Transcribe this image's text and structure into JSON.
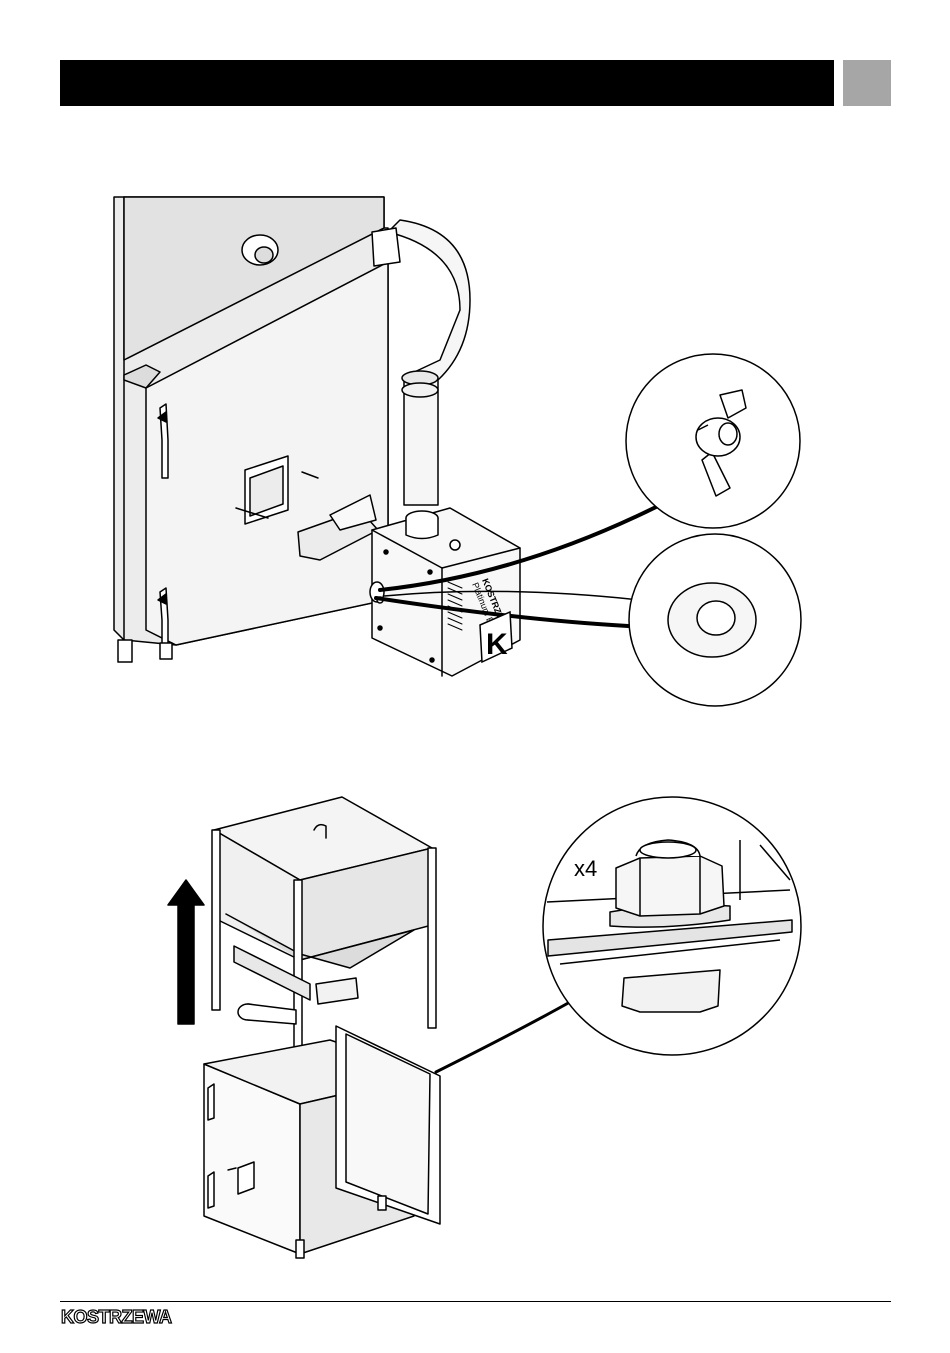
{
  "header": {
    "title": "",
    "tab_color": "#a6a6a6",
    "bar_color": "#000000"
  },
  "figure_top": {
    "burner": {
      "brand_text": "KOSTRZEWA",
      "model_text": "Platinum Bio",
      "logo_letter": "K"
    }
  },
  "figure_bottom": {
    "callout_quantity": "x4"
  },
  "footer": {
    "logo_text": "KOSTRZEWA"
  }
}
